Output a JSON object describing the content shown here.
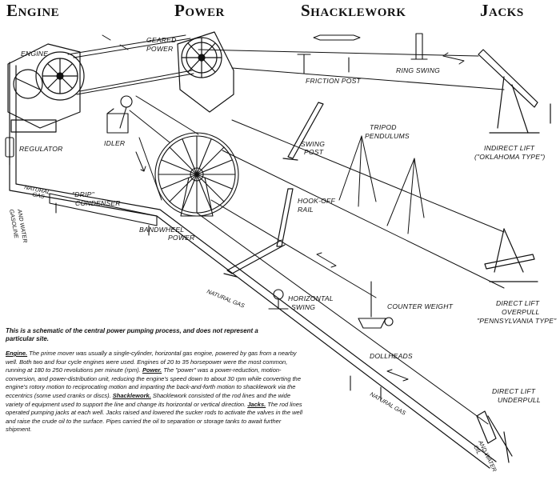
{
  "headers": {
    "engine": "Engine",
    "power": "Power",
    "shacklework": "Shacklework",
    "jacks": "Jacks"
  },
  "labels": {
    "engine": "ENGINE",
    "geared_power_1": "GEARED",
    "geared_power_2": "POWER",
    "regulator": "REGULATOR",
    "idler": "IDLER",
    "drip_condenser_1": "\"DRIP\"",
    "drip_condenser_2": "CONDENSER",
    "natural_gas_left_1": "NATURAL",
    "natural_gas_left_2": "GAS",
    "gasoline_and_water_1": "GASOLINE",
    "gasoline_and_water_2": "AND WATER",
    "bandwheel_power_1": "BANDWHEEL",
    "bandwheel_power_2": "POWER",
    "friction_post": "FRICTION POST",
    "ring_swing": "RING SWING",
    "swing_post_1": "SWING",
    "swing_post_2": "POST",
    "tripod_pendulums_1": "TRIPOD",
    "tripod_pendulums_2": "PENDULUMS",
    "hook_off_rail_1": "HOOK-OFF",
    "hook_off_rail_2": "RAIL",
    "horizontal_swing_1": "HORIZONTAL",
    "horizontal_swing_2": "SWING",
    "counter_weight": "COUNTER WEIGHT",
    "indirect_lift_1": "INDIRECT LIFT",
    "indirect_lift_2": "(\"OKLAHOMA TYPE\")",
    "direct_lift_overpull_1": "DIRECT LIFT",
    "direct_lift_overpull_2": "OVERPULL",
    "direct_lift_overpull_3": "\"PENNSYLVANIA TYPE\"",
    "natural_gas_mid": "NATURAL GAS",
    "natural_gas_right": "NATURAL GAS",
    "dollheads": "DOLLHEADS",
    "direct_lift_underpull_1": "DIRECT LIFT",
    "direct_lift_underpull_2": "UNDERPULL",
    "oil_and_water_1": "OIL",
    "oil_and_water_2": "AND WATER"
  },
  "caption": "This is a schematic of the central power pumping process, and does not represent a particular site.",
  "description": {
    "engine_term": "Engine.",
    "engine_text": " The prime mover was usually a single-cylinder, horizontal gas engine, powered by gas from a nearby well. Both two and four cycle engines were used. Engines of 20 to 35 horsepower were the most common, running at 180 to 250 revolutions per minute (rpm). ",
    "power_term": "Power.",
    "power_text": " The \"power\" was a power-reduction, motion-conversion, and power-distribution unit, reducing the engine's speed down to about 30 rpm while converting the engine's rotory motion to reciprocating motion and imparting the back-and-forth motion to shacklework via the eccentrics (some used cranks or discs). ",
    "shacklework_term": "Shacklework.",
    "shacklework_text": " Shacklework consisted of the rod lines and the wide variety of equipment used to support the line and change its horizontal or vertical direction. ",
    "jacks_term": "Jacks.",
    "jacks_text": " The rod lines operated pumping jacks at each well. Jacks raised and lowered the sucker rods to activate the valves in the well and raise the crude oil to the surface. Pipes carried the oil to separation or storage tanks to await further shipment."
  },
  "icons": [
    "gas-engine",
    "geared-power",
    "bandwheel",
    "idler-pulley",
    "regulator",
    "drip-condenser",
    "friction-post",
    "ring-swing",
    "swing-post",
    "tripod-pendulum",
    "hook-off-rail",
    "horizontal-swing",
    "counter-weight",
    "oklahoma-jack",
    "pennsylvania-jack",
    "underpull-jack",
    "dollhead",
    "motion-arrow"
  ]
}
